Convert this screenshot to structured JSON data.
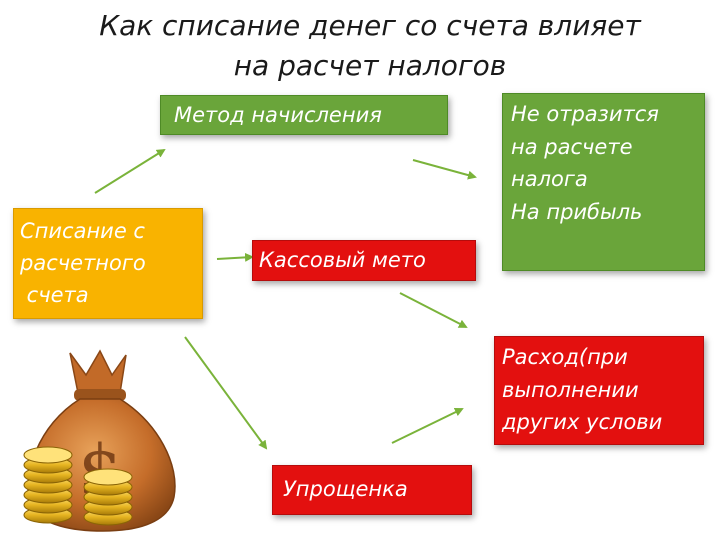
{
  "title": {
    "line1": "Как списание денег со счета влияет",
    "line2": "на расчет налогов"
  },
  "boxes": {
    "accrual_method": "Метод начисления",
    "write_off": [
      "Списание с",
      "расчетного",
      " счета"
    ],
    "no_effect": [
      "Не отразится",
      "на расчете",
      "налога",
      "На прибыль"
    ],
    "cash_method": "Кассовый мето",
    "expense": [
      "Расход(при",
      "выполнении",
      "других услови"
    ],
    "simplified": "Упрощенка"
  },
  "colors": {
    "green": "#6aa53a",
    "orange": "#f9b300",
    "red": "#e3100f",
    "arrow": "#7ab33a"
  },
  "icons": {
    "money_bag": "money-bag-with-coins"
  }
}
